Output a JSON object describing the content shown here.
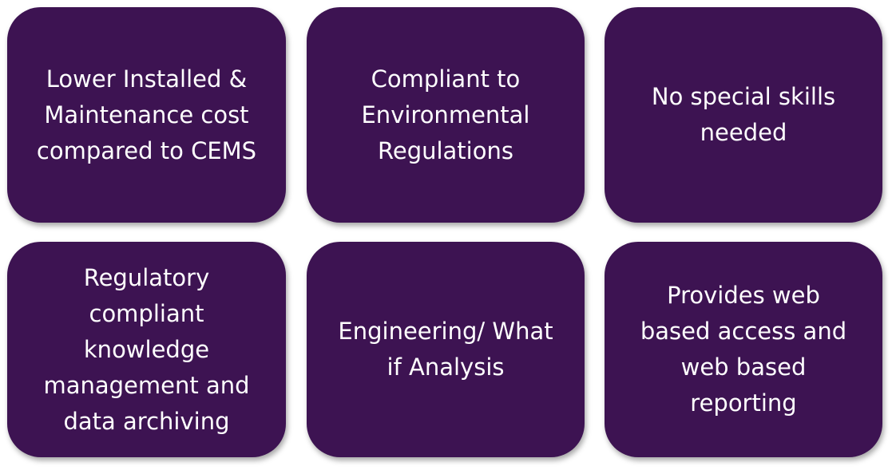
{
  "colors": {
    "card_background": "#3d1352",
    "card_text": "#ffffff",
    "page_background": "#ffffff"
  },
  "cards": [
    {
      "text": "Lower Installed &\nMaintenance cost\ncompared to CEMS"
    },
    {
      "text": "Compliant to\nEnvironmental\nRegulations"
    },
    {
      "text": "No special skills\nneeded"
    },
    {
      "text": "Regulatory\ncompliant\nknowledge\nmanagement and\ndata archiving"
    },
    {
      "text": "Engineering/ What\nif Analysis"
    },
    {
      "text": "Provides web\nbased access and\nweb based\nreporting"
    }
  ]
}
